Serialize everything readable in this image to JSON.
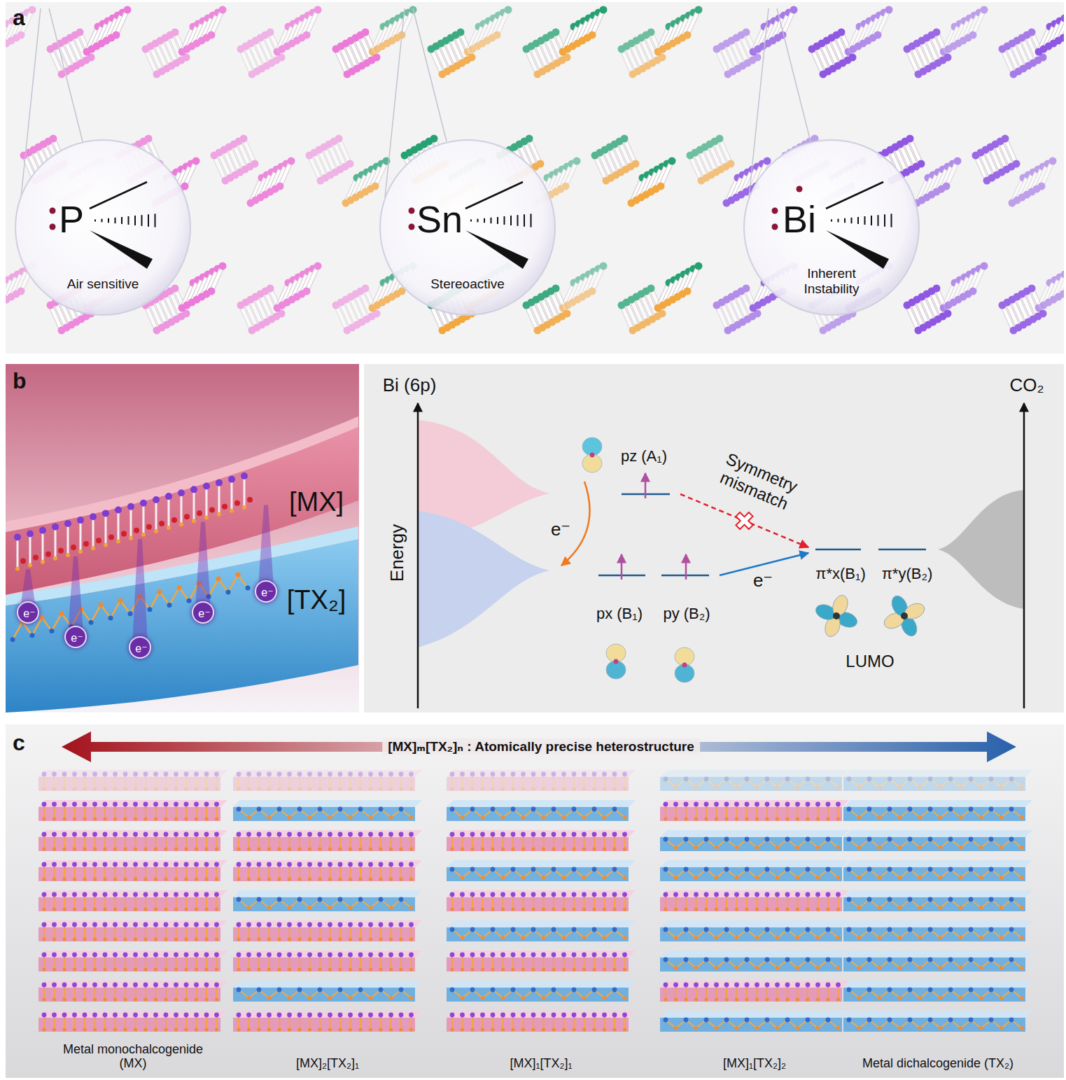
{
  "diagram": {
    "nodes": [
      {
        "text": [
          "a"
        ]
      },
      {
        "text": [
          "P",
          "Air sensitive"
        ],
        "in": 0
      },
      {
        "text": [
          "Sn",
          "Stereoactive"
        ],
        "in": 0
      },
      {
        "text": [
          "Bi",
          "Inherent Instability"
        ],
        "in": 0
      },
      {
        "text": [
          "b"
        ]
      },
      {
        "text": [
          "e⁻"
        ],
        "in": 4
      },
      {
        "text": [
          "e⁻"
        ],
        "in": 4
      },
      {
        "text": [
          "e⁻"
        ],
        "in": 4
      },
      {
        "text": [
          "e⁻"
        ],
        "in": 4
      },
      {
        "text": [
          "e⁻"
        ],
        "in": 4
      },
      {
        "text": [
          "pz (A₁)"
        ],
        "in": 4
      },
      {
        "text": [
          "px (B₁)"
        ],
        "in": 4
      },
      {
        "text": [
          "py (B₂)"
        ],
        "in": 4
      },
      {
        "text": [
          "π*x(B₁)"
        ],
        "in": 4
      },
      {
        "text": [
          "π*y(B₂)"
        ],
        "in": 4
      },
      {
        "text": [
          "c"
        ]
      },
      {
        "text": [
          "Metal monochalcogenide (MX)"
        ],
        "in": 15
      },
      {
        "text": [
          "[MX]₂[TX₂]₁"
        ],
        "in": 15
      },
      {
        "text": [
          "[MX]₁[TX₂]₁"
        ],
        "in": 15
      },
      {
        "text": [
          "[MX]₁[TX₂]₂"
        ],
        "in": 15
      },
      {
        "text": [
          "Metal dichalcogenide (TX₂)"
        ],
        "in": 15
      }
    ],
    "edges": [
      {
        "from": 10,
        "to": 13,
        "arrow": "to",
        "label": "Symmetry mismatch"
      },
      {
        "from": 12,
        "to": 13,
        "arrow": "to",
        "label": "e⁻"
      }
    ],
    "labels": [
      "[MX]",
      "[TX₂]",
      "Bi (6p)",
      "Energy",
      "CO₂",
      "e⁻",
      "LUMO",
      "[MX]ₘ[TX₂]ₙ : Atomically precise heterostructure"
    ]
  }
}
